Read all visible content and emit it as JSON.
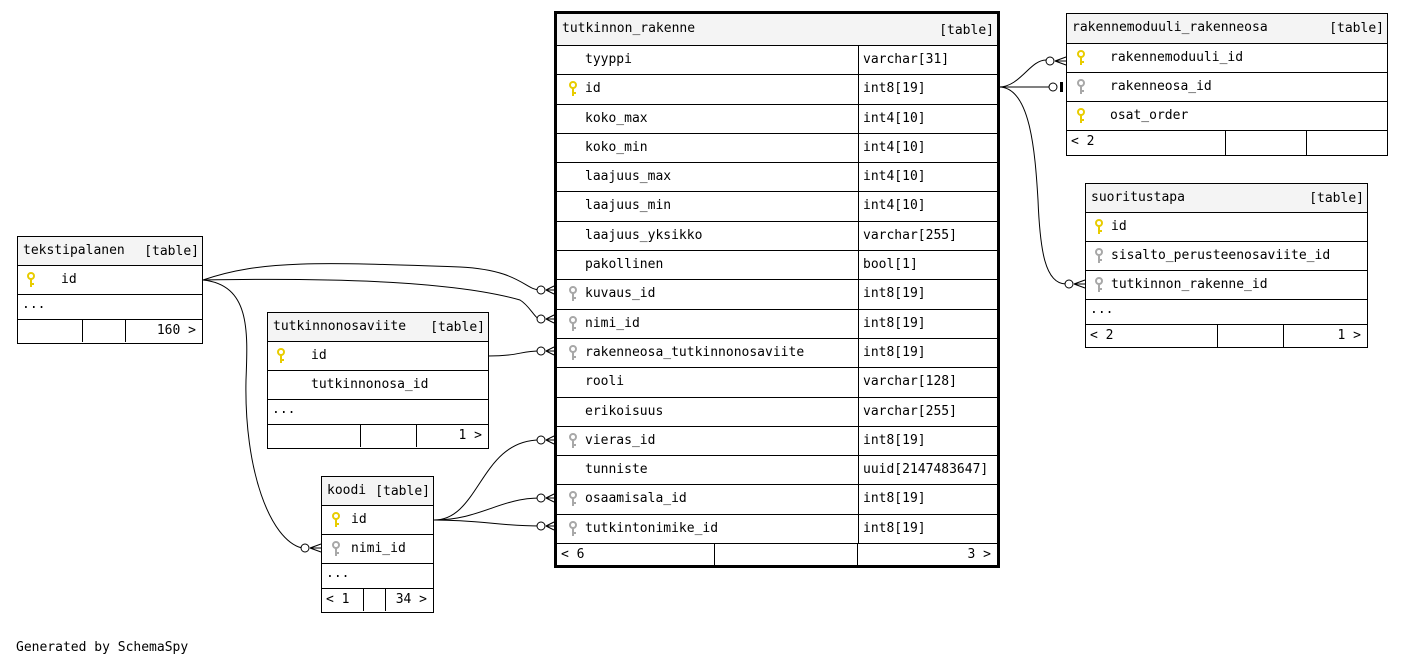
{
  "colors": {
    "pk": "#e8cc00",
    "fk": "#a8a8a8",
    "header": "#f4f4f4"
  },
  "footer": "Generated by SchemaSpy",
  "tables": {
    "main": {
      "name": "tutkinnon_rakenne",
      "tag": "[table]",
      "columns": [
        {
          "name": "tyyppi",
          "type": "varchar[31]",
          "key": ""
        },
        {
          "name": "id",
          "type": "int8[19]",
          "key": "pk"
        },
        {
          "name": "koko_max",
          "type": "int4[10]",
          "key": ""
        },
        {
          "name": "koko_min",
          "type": "int4[10]",
          "key": ""
        },
        {
          "name": "laajuus_max",
          "type": "int4[10]",
          "key": ""
        },
        {
          "name": "laajuus_min",
          "type": "int4[10]",
          "key": ""
        },
        {
          "name": "laajuus_yksikko",
          "type": "varchar[255]",
          "key": ""
        },
        {
          "name": "pakollinen",
          "type": "bool[1]",
          "key": ""
        },
        {
          "name": "kuvaus_id",
          "type": "int8[19]",
          "key": "fk"
        },
        {
          "name": "nimi_id",
          "type": "int8[19]",
          "key": "fk"
        },
        {
          "name": "rakenneosa_tutkinnonosaviite",
          "type": "int8[19]",
          "key": "fk"
        },
        {
          "name": "rooli",
          "type": "varchar[128]",
          "key": ""
        },
        {
          "name": "erikoisuus",
          "type": "varchar[255]",
          "key": ""
        },
        {
          "name": "vieras_id",
          "type": "int8[19]",
          "key": "fk"
        },
        {
          "name": "tunniste",
          "type": "uuid[2147483647]",
          "key": ""
        },
        {
          "name": "osaamisala_id",
          "type": "int8[19]",
          "key": "fk"
        },
        {
          "name": "tutkintonimike_id",
          "type": "int8[19]",
          "key": "fk"
        }
      ],
      "footer": {
        "left": "< 6",
        "mid": "",
        "right": "3 >"
      }
    },
    "rakenne": {
      "name": "rakennemoduuli_rakenneosa",
      "tag": "[table]",
      "columns": [
        {
          "name": "rakennemoduuli_id",
          "key": "pk"
        },
        {
          "name": "rakenneosa_id",
          "key": "fk"
        },
        {
          "name": "osat_order",
          "key": "pk"
        }
      ],
      "footer": {
        "left": "< 2",
        "mid": "",
        "right": ""
      }
    },
    "suoritus": {
      "name": "suoritustapa",
      "tag": "[table]",
      "columns": [
        {
          "name": "id",
          "key": "pk"
        },
        {
          "name": "sisalto_perusteenosaviite_id",
          "key": "fk"
        },
        {
          "name": "tutkinnon_rakenne_id",
          "key": "fk"
        }
      ],
      "more": "...",
      "footer": {
        "left": "< 2",
        "mid": "",
        "right": "1 >"
      }
    },
    "teksti": {
      "name": "tekstipalanen",
      "tag": "[table]",
      "columns": [
        {
          "name": "id",
          "key": "pk"
        }
      ],
      "more": "...",
      "footer": {
        "left": "",
        "mid": "",
        "right": "160 >"
      }
    },
    "osaviite": {
      "name": "tutkinnonosaviite",
      "tag": "[table]",
      "columns": [
        {
          "name": "id",
          "key": "pk"
        },
        {
          "name": "tutkinnonosa_id",
          "key": ""
        }
      ],
      "more": "...",
      "footer": {
        "left": "",
        "mid": "",
        "right": "1 >"
      }
    },
    "koodi": {
      "name": "koodi",
      "tag": "[table]",
      "columns": [
        {
          "name": "id",
          "key": "pk"
        },
        {
          "name": "nimi_id",
          "key": "fk"
        }
      ],
      "more": "...",
      "footer": {
        "left": "< 1",
        "mid": "",
        "right": "34 >"
      }
    }
  }
}
